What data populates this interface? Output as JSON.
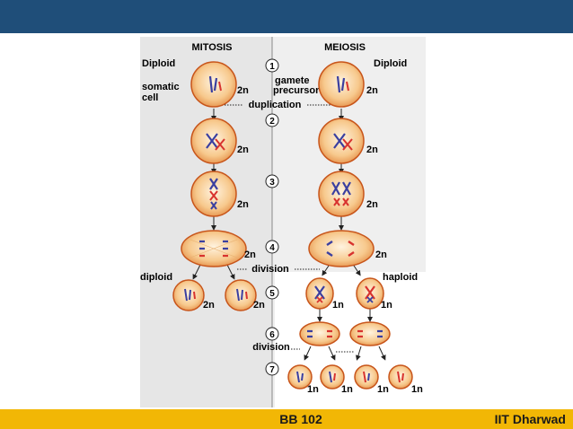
{
  "colors": {
    "topbar": "#1f4e79",
    "footer": "#f2b705",
    "mitosis_panel": "#e5e5e5",
    "meiosis_panel": "#eeeeee",
    "cell_fill": "#f7c98d",
    "cell_stroke": "#c8551a",
    "chromosome_blue": "#3a3fa0",
    "chromosome_red": "#d8322e"
  },
  "footer": {
    "course_code": "BB 102",
    "institution": "IIT Dharwad"
  },
  "diagram": {
    "heading_left": "MITOSIS",
    "heading_right": "MEIOSIS",
    "diploid_left": "Diploid",
    "diploid_right": "Diploid",
    "somatic_cell": [
      "somatic",
      "cell"
    ],
    "gamete_precursor": [
      "gamete",
      "precursor"
    ],
    "duplication": "duplication",
    "division_1": "division",
    "division_2": "division",
    "diploid_lower": "diploid",
    "haploid": "haploid",
    "steps": [
      "1",
      "2",
      "3",
      "4",
      "5",
      "6",
      "7"
    ],
    "ploidy": {
      "mitosis_1": "2n",
      "meiosis_1": "2n",
      "mitosis_2": "2n",
      "meiosis_2": "2n",
      "mitosis_3": "2n",
      "meiosis_3": "2n",
      "mitosis_4": "2n",
      "meiosis_4": "2n",
      "daughter_a": "2n",
      "daughter_b": "2n",
      "meiosis_5a": "1n",
      "meiosis_5b": "1n",
      "gamete_1": "1n",
      "gamete_2": "1n",
      "gamete_3": "1n",
      "gamete_4": "1n"
    }
  }
}
